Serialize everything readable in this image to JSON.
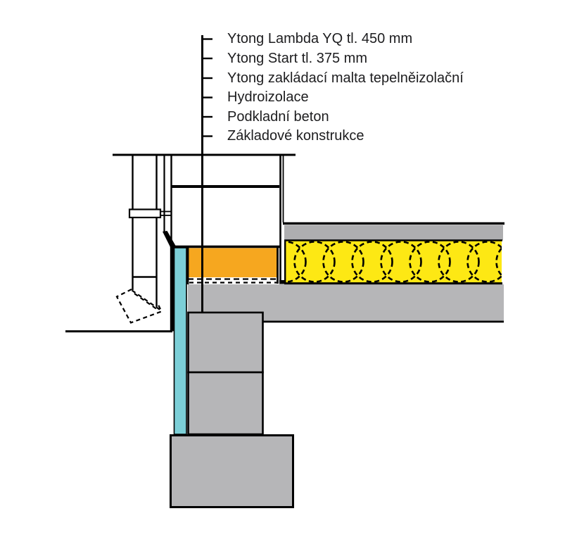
{
  "diagram": {
    "labels": [
      {
        "text": "Ytong Lambda YQ tl. 450 mm"
      },
      {
        "text": "Ytong Start tl. 375 mm"
      },
      {
        "text": "Ytong zakládací malta tepelněizolační"
      },
      {
        "text": "Hydroizolace"
      },
      {
        "text": "Podkladní beton"
      },
      {
        "text": "Základové konstrukce"
      }
    ],
    "colors": {
      "floor_insulation_yellow": "#fde814",
      "leveling_mortar_orange": "#f6a71f",
      "perimeter_insulation_cyan": "#7ccfd7",
      "screed_gray": "#aeaeb0",
      "concrete_gray": "#b6b6b8",
      "line_black": "#000000",
      "text_color": "#1d1d1f"
    }
  }
}
